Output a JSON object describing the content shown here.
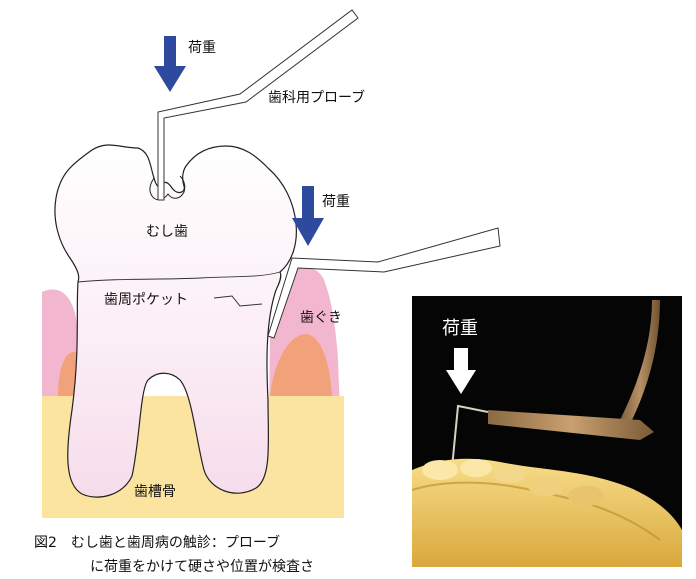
{
  "labels": {
    "load_top": "荷重",
    "load_mid": "荷重",
    "load_photo": "荷重",
    "probe": "歯科用プローブ",
    "caries_tooth": "むし歯",
    "periodontal_pocket": "歯周ポケット",
    "gum": "歯ぐき",
    "alveolar_bone": "歯槽骨"
  },
  "caption": {
    "line1": "図2　むし歯と歯周病の触診：プローブ",
    "line2": "に荷重をかけて硬さや位置が検査さ"
  },
  "colors": {
    "arrow_blue": "#2e4a9e",
    "gum_pink": "#f2b6cf",
    "gum_orange": "#f2a27a",
    "bone_yellow": "#fbe3a0",
    "photo_bg": "#050505"
  }
}
